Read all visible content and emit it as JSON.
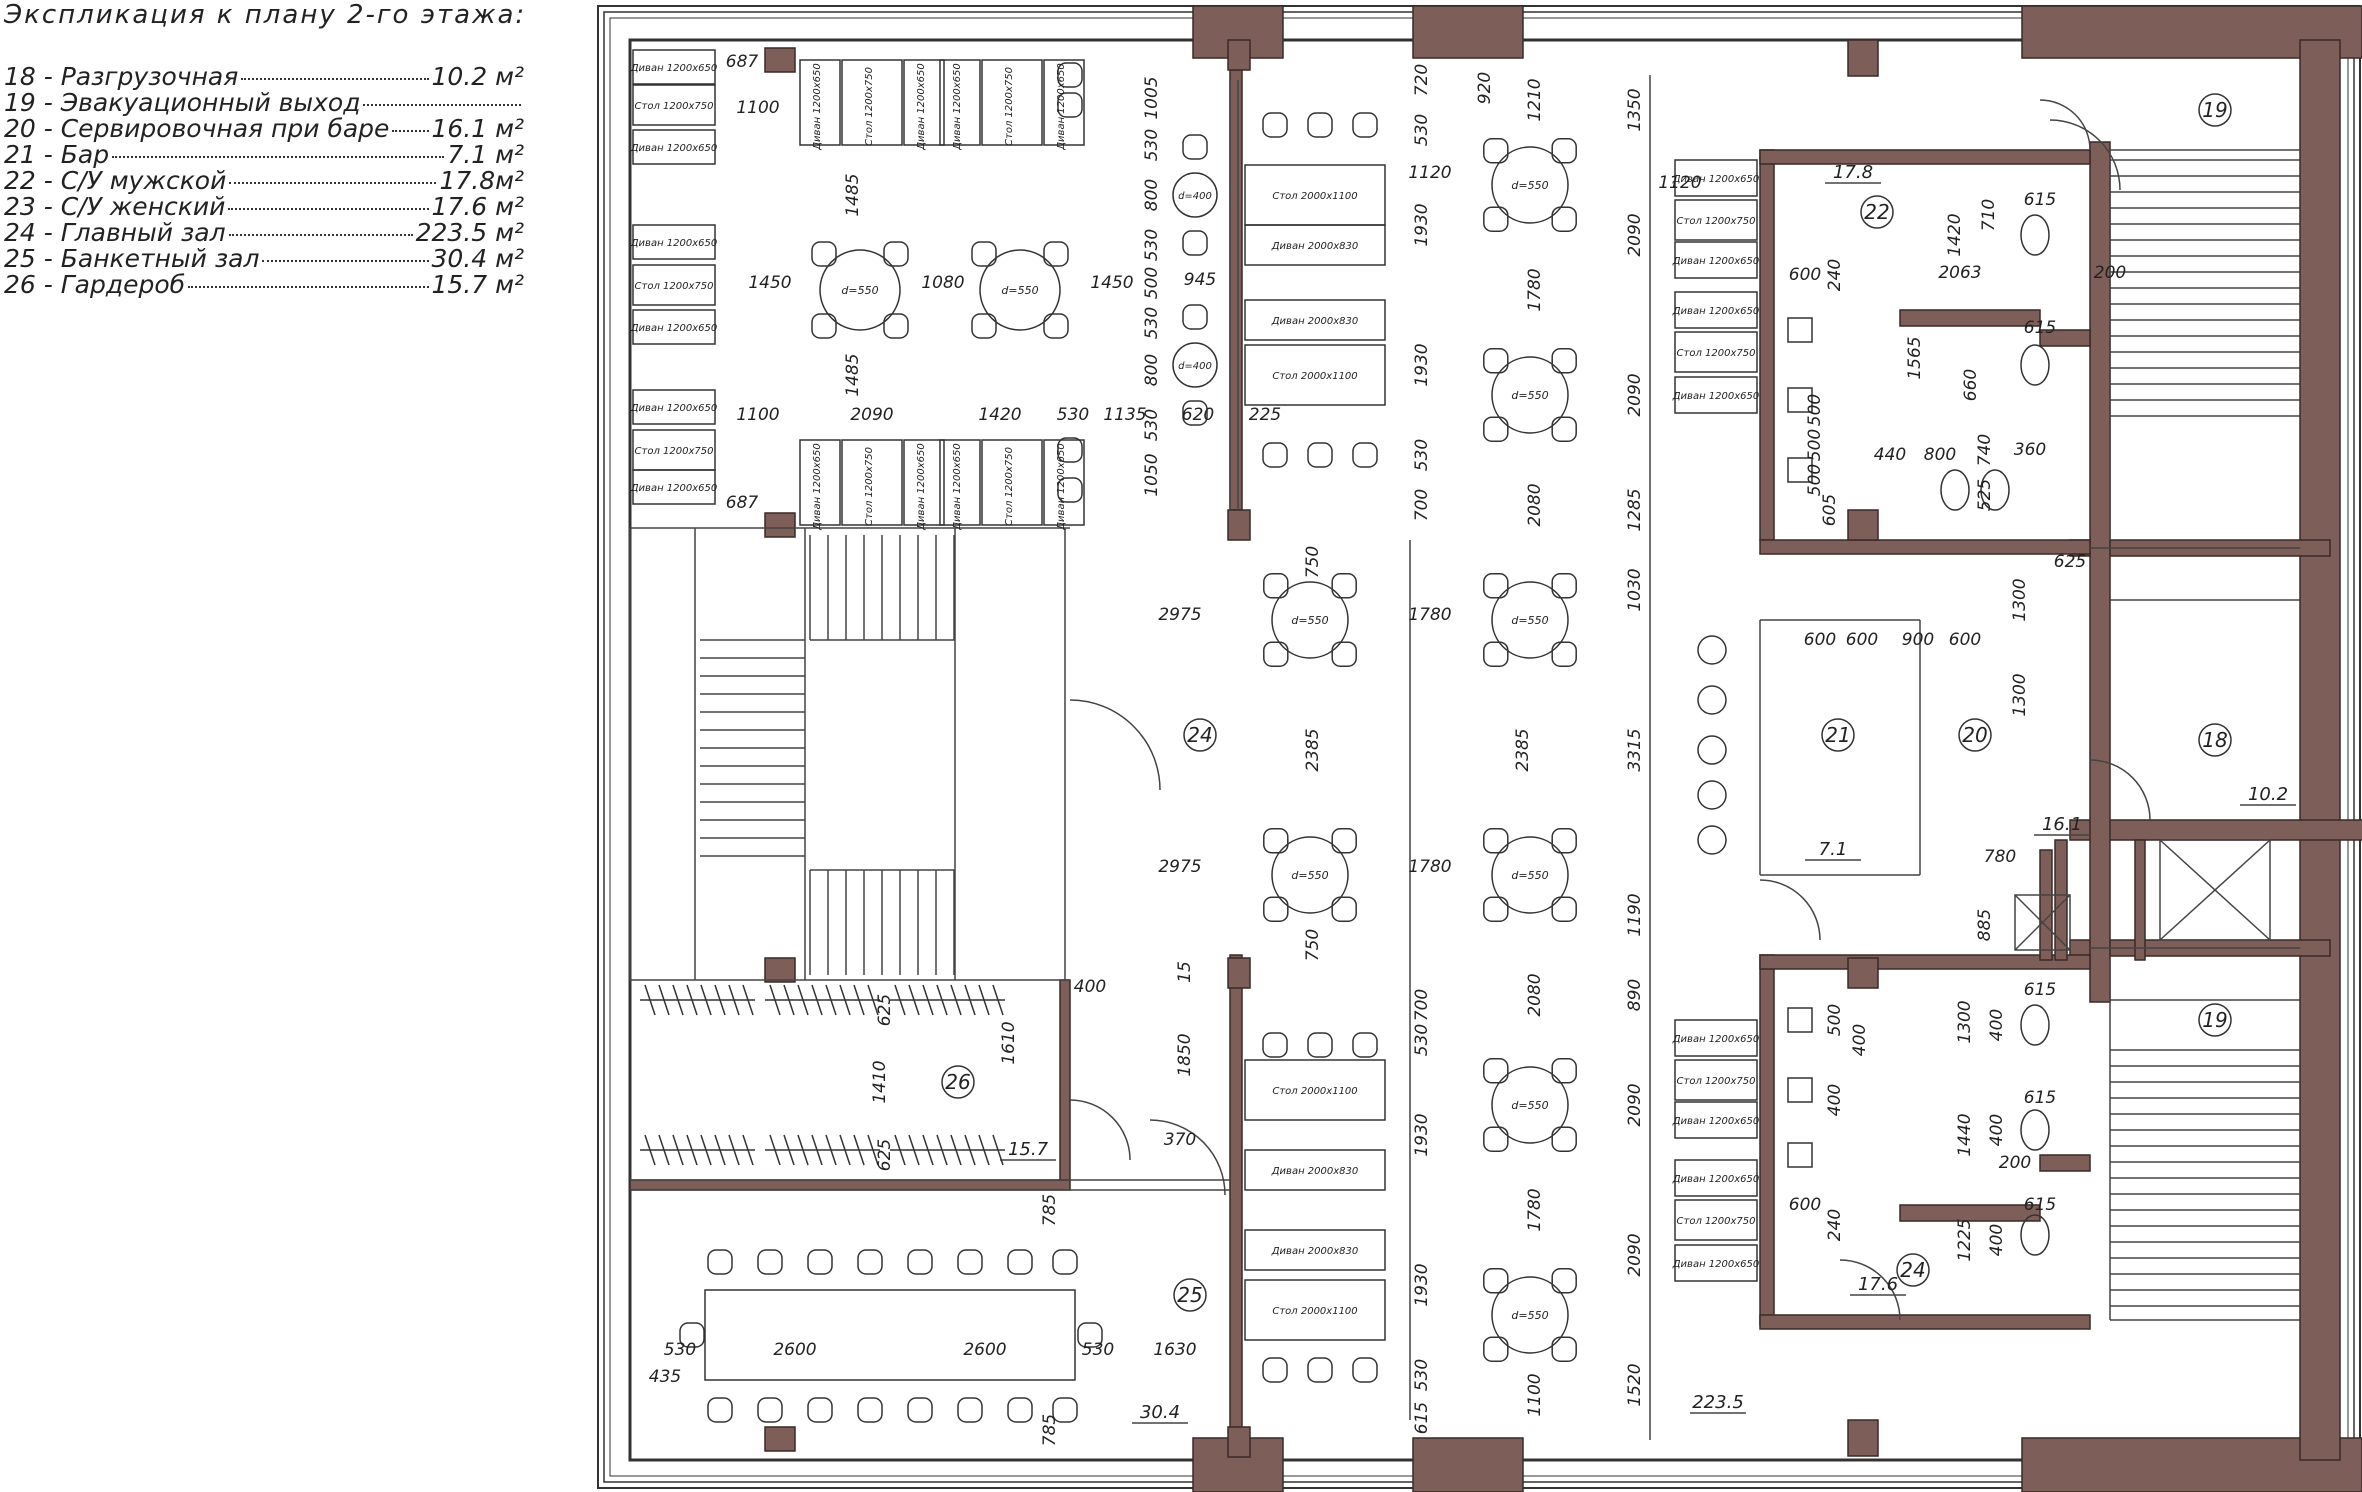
{
  "legend": {
    "title": "Экспликация к плану 2-го этажа:",
    "items": [
      {
        "label": "18 - Разгрузочная",
        "value": "10.2 м²"
      },
      {
        "label": "19 - Эвакуационный выход",
        "value": ""
      },
      {
        "label": "20 - Сервировочная при баре",
        "value": "16.1 м²"
      },
      {
        "label": "21 - Бар",
        "value": "7.1 м²"
      },
      {
        "label": "22 - С/У мужской",
        "value": "17.8м²"
      },
      {
        "label": "23 - С/У женский",
        "value": "17.6 м²"
      },
      {
        "label": "24 - Главный зал",
        "value": "223.5 м²"
      },
      {
        "label": "25 - Банкетный зал",
        "value": "30.4 м²"
      },
      {
        "label": "26 - Гардероб",
        "value": "15.7 м²"
      }
    ]
  },
  "rooms": {
    "r18": "18",
    "r19a": "19",
    "r19b": "19",
    "r20": "20",
    "r21": "21",
    "r22": "22",
    "r24a": "24",
    "r24b": "24",
    "r25": "25",
    "r26": "26"
  },
  "areas": {
    "a178": "17.8",
    "a102": "10.2",
    "a161": "16.1",
    "a71": "7.1",
    "a157": "15.7",
    "a176": "17.6",
    "a304": "30.4",
    "a2235": "223.5"
  },
  "furniture": {
    "sofa_small": "Диван 1200х650",
    "table_small": "Стол 1200х750",
    "table_big": "Стол 2000х1100",
    "sofa_big": "Диван 2000х830",
    "round_table": "d=550",
    "round_small": "d=400"
  },
  "dims": {
    "d687": "687",
    "d1100": "1100",
    "d1485": "1485",
    "d1450": "1450",
    "d1080": "1080",
    "d2090": "2090",
    "d1420": "1420",
    "d530": "530",
    "d1135": "1135",
    "d620": "620",
    "d225": "225",
    "d945": "945",
    "d1005": "1005",
    "d800": "800",
    "d500": "500",
    "d1050": "1050",
    "d720": "720",
    "d1120": "1120",
    "d1930": "1930",
    "d700": "700",
    "d920": "920",
    "d1210": "1210",
    "d1780": "1780",
    "d2080": "2080",
    "d1350": "1350",
    "d1285": "1285",
    "d1030": "1030",
    "d3315": "3315",
    "d1190": "1190",
    "d890": "890",
    "d1520": "1520",
    "d2975": "2975",
    "d2385": "2385",
    "d750": "750",
    "d15": "15",
    "d1850": "1850",
    "d370": "370",
    "d400": "400",
    "d1610": "1610",
    "d1410": "1410",
    "d625": "625",
    "d785": "785",
    "d2600": "2600",
    "d1630": "1630",
    "d435": "435",
    "d615": "615",
    "d1100b": "1100",
    "d600": "600",
    "d900": "900",
    "d240": "240",
    "d710": "710",
    "d2063": "2063",
    "d200": "200",
    "d1565": "1565",
    "d660": "660",
    "d440": "440",
    "d740": "740",
    "d360": "360",
    "d525": "525",
    "d605": "605",
    "d1300": "1300",
    "d885": "885",
    "d780": "780",
    "d1440": "1440",
    "d1225": "1225",
    "d1420b": "1420"
  }
}
